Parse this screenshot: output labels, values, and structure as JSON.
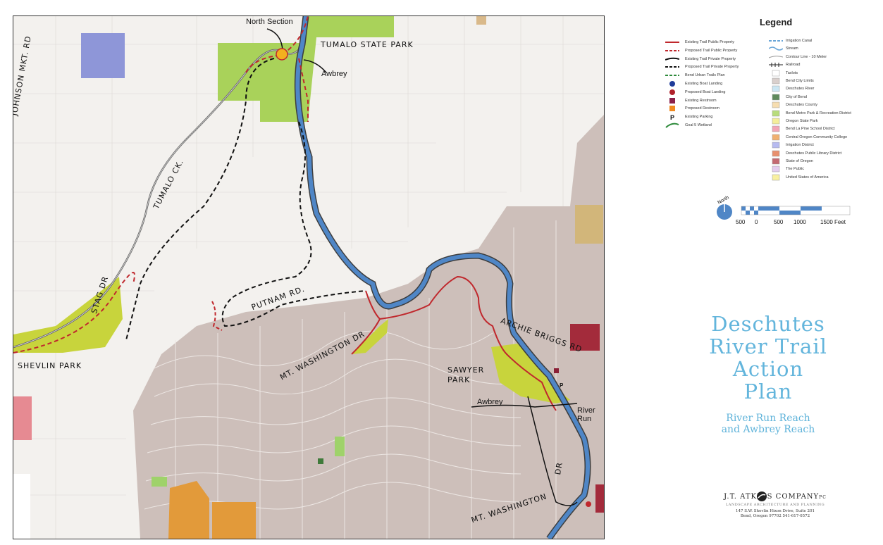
{
  "map": {
    "labels": {
      "north_section": "North Section",
      "tumalo_state_park": "TUMALO STATE PARK",
      "awbrey_north": "Awbrey",
      "johnson_mkt_rd": "JOHNSON MKT. RD",
      "tumalo_ck": "TUMALO CK.",
      "stag_dr": "STAG DR",
      "shevlin_park": "SHEVLIN PARK",
      "putnam_rd": "PUTNAM RD.",
      "mt_washington_dr": "MT. WASHINGTON DR",
      "archie_briggs_rd": "ARCHIE BRIGGS RD",
      "sawyer_park": "SAWYER PARK",
      "awbrey_south": "Awbrey",
      "river_run": "River Run",
      "mt_washington_dr_south": "MT. WASHINGTON",
      "dr_south": "DR"
    },
    "colors": {
      "river": "#4f86c6",
      "trail_public_existing": "#c0282d",
      "trail_private_existing": "#111111",
      "park_metro": "#b5d658",
      "park_state": "#c9d640",
      "city": "#cbbdb8",
      "county": "#f0ece8",
      "irrigation": "#8e96d8",
      "library": "#e29a3a",
      "state_oregon": "#e68a92"
    }
  },
  "legend": {
    "title": "Legend",
    "left_items": [
      {
        "label": "Existing Trail Public Property",
        "symbol": "solid-red-line"
      },
      {
        "label": "Proposed Trail Public Property",
        "symbol": "dashed-red-line"
      },
      {
        "label": "Existing Trail Private Property",
        "symbol": "solid-black-line"
      },
      {
        "label": "Proposed Trail Private Property",
        "symbol": "dashed-black-line"
      },
      {
        "label": "Bend Urban Trails Plan",
        "symbol": "dashed-green-line"
      },
      {
        "label": "Existing Boat Landing",
        "symbol": "blue-dot"
      },
      {
        "label": "Proposed Boat Landing",
        "symbol": "red-dot"
      },
      {
        "label": "Existing Restroom",
        "symbol": "maroon-square"
      },
      {
        "label": "Proposed Restroom",
        "symbol": "orange-square"
      },
      {
        "label": "Existing Parking",
        "symbol": "parking-p"
      },
      {
        "label": "Goal 5 Wetland",
        "symbol": "green-arc"
      }
    ],
    "right_items": [
      {
        "label": "Irrigation Canal",
        "color": "#6aa6d8",
        "symbol": "dashed-blue-line"
      },
      {
        "label": "Stream",
        "color": "#6aa6d8",
        "symbol": "wavy-blue-line"
      },
      {
        "label": "Contour Line - 10 Meter",
        "color": "#999999",
        "symbol": "gray-line"
      },
      {
        "label": "Railroad",
        "color": "#222222",
        "symbol": "railroad"
      },
      {
        "label": "Taxlots",
        "color": "#ffffff",
        "symbol": "box"
      },
      {
        "label": "Bend City Limits",
        "color": "#d9cfcc",
        "symbol": "box"
      },
      {
        "label": "Deschutes River",
        "color": "#cbe6f3",
        "symbol": "box"
      },
      {
        "label": "City of Bend",
        "color": "#5f8a5c",
        "symbol": "box"
      },
      {
        "label": "Deschutes County",
        "color": "#f6ddb0",
        "symbol": "box"
      },
      {
        "label": "Bend Metro Park & Recreation District",
        "color": "#b8dc7c",
        "symbol": "box"
      },
      {
        "label": "Oregon State Park",
        "color": "#f4ee9a",
        "symbol": "box"
      },
      {
        "label": "Bend La Pine School District",
        "color": "#f2a5b6",
        "symbol": "box"
      },
      {
        "label": "Central Oregon Community College",
        "color": "#f0b070",
        "symbol": "box"
      },
      {
        "label": "Irrigation District",
        "color": "#b6baf0",
        "symbol": "box"
      },
      {
        "label": "Deschutes Public Library District",
        "color": "#e8906e",
        "symbol": "box"
      },
      {
        "label": "State of Oregon",
        "color": "#c46a72",
        "symbol": "box"
      },
      {
        "label": "The Public",
        "color": "#e4cdef",
        "symbol": "box"
      },
      {
        "label": "United States of America",
        "color": "#f8f0a0",
        "symbol": "box"
      }
    ]
  },
  "scale": {
    "north_label": "North",
    "ticks": [
      "500",
      "0",
      "500",
      "1000",
      "1500 Feet"
    ]
  },
  "title": {
    "line1": "Deschutes",
    "line2": "River Trail",
    "line3": "Action",
    "line4": "Plan",
    "subtitle1": "River Run Reach",
    "subtitle2": "and Awbrey Reach"
  },
  "firm": {
    "name": "J.T. ATKINS  COMPANY",
    "suffix": "PC",
    "tagline": "LANDSCAPE ARCHITECTURE AND PLANNING",
    "address1": "147 S.W. Shevlin Hixon Drive, Suite 201",
    "address2": "Bend, Oregon 97702  541-617-0572"
  }
}
